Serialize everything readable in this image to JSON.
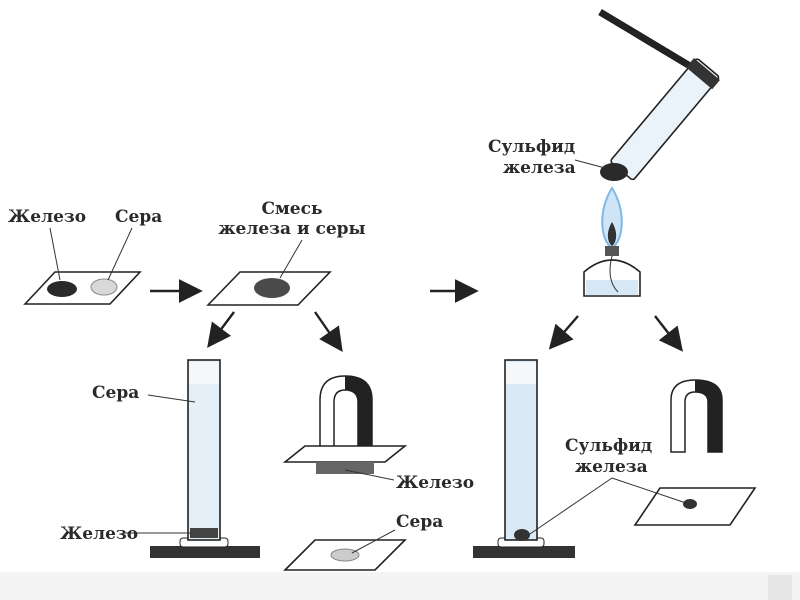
{
  "labels": {
    "iron": "Железо",
    "sulfur": "Сера",
    "mixture_line1": "Смесь",
    "mixture_line2": "железа и серы",
    "sulfide_top_line1": "Сульфид",
    "sulfide_top_line2": "железа",
    "cyl1_sulfur": "Сера",
    "cyl1_iron": "Железо",
    "magnet_iron": "Железо",
    "paper_sulfur": "Сера",
    "sulfide_bottom_line1": "Сульфид",
    "sulfide_bottom_line2": "железа"
  },
  "colors": {
    "water": "#d6e8f5",
    "flame": "#7fb8e8",
    "iron": "#333333",
    "sulfur": "#d8d8d8"
  }
}
